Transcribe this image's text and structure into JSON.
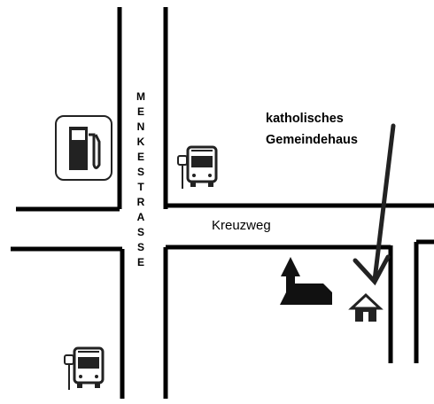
{
  "map": {
    "streets": {
      "menkestrasse_letters": [
        "M",
        "E",
        "N",
        "K",
        "E",
        "S",
        "T",
        "R",
        "A",
        "S",
        "S",
        "E"
      ],
      "kreuzweg": "Kreuzweg"
    },
    "landmark": {
      "line1": "katholisches",
      "line2": "Gemeindehaus"
    },
    "icons": [
      "gas-station-icon",
      "bus-stop-icon",
      "bus-stop-icon",
      "church-icon",
      "house-icon",
      "arrow-icon"
    ],
    "colors": {
      "lines": "#000000",
      "icons": "#222222",
      "background": "#ffffff"
    }
  }
}
